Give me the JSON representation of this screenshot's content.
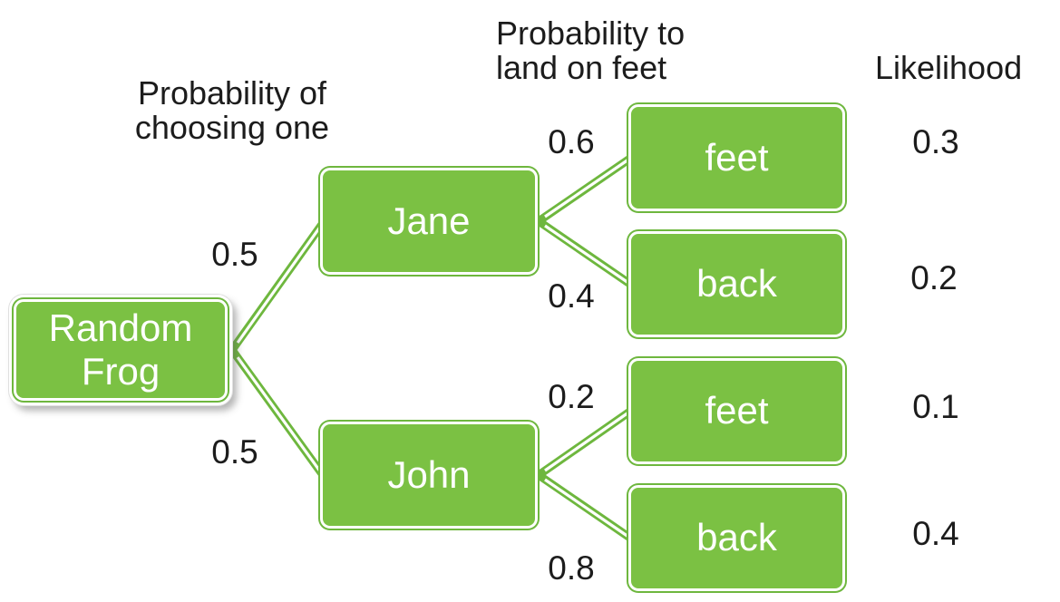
{
  "headers": {
    "choosing": {
      "line1": "Probability of",
      "line2": "choosing one"
    },
    "landing": {
      "line1": "Probability to",
      "line2": "land on feet"
    },
    "likelihood": "Likelihood"
  },
  "tree": {
    "root": {
      "label": "Random Frog"
    },
    "branches": [
      {
        "node": "Jane",
        "probability": "0.5",
        "outcomes": [
          {
            "node": "feet",
            "probability": "0.6",
            "likelihood": "0.3"
          },
          {
            "node": "back",
            "probability": "0.4",
            "likelihood": "0.2"
          }
        ]
      },
      {
        "node": "John",
        "probability": "0.5",
        "outcomes": [
          {
            "node": "feet",
            "probability": "0.2",
            "likelihood": "0.1"
          },
          {
            "node": "back",
            "probability": "0.8",
            "likelihood": "0.4"
          }
        ]
      }
    ]
  },
  "colors": {
    "node_fill": "#7BC143",
    "node_edge": "#6EB73E",
    "connector": "#6EB73E",
    "node_text": "#ffffff",
    "label_text": "#1c1c1c",
    "background": "#ffffff"
  }
}
